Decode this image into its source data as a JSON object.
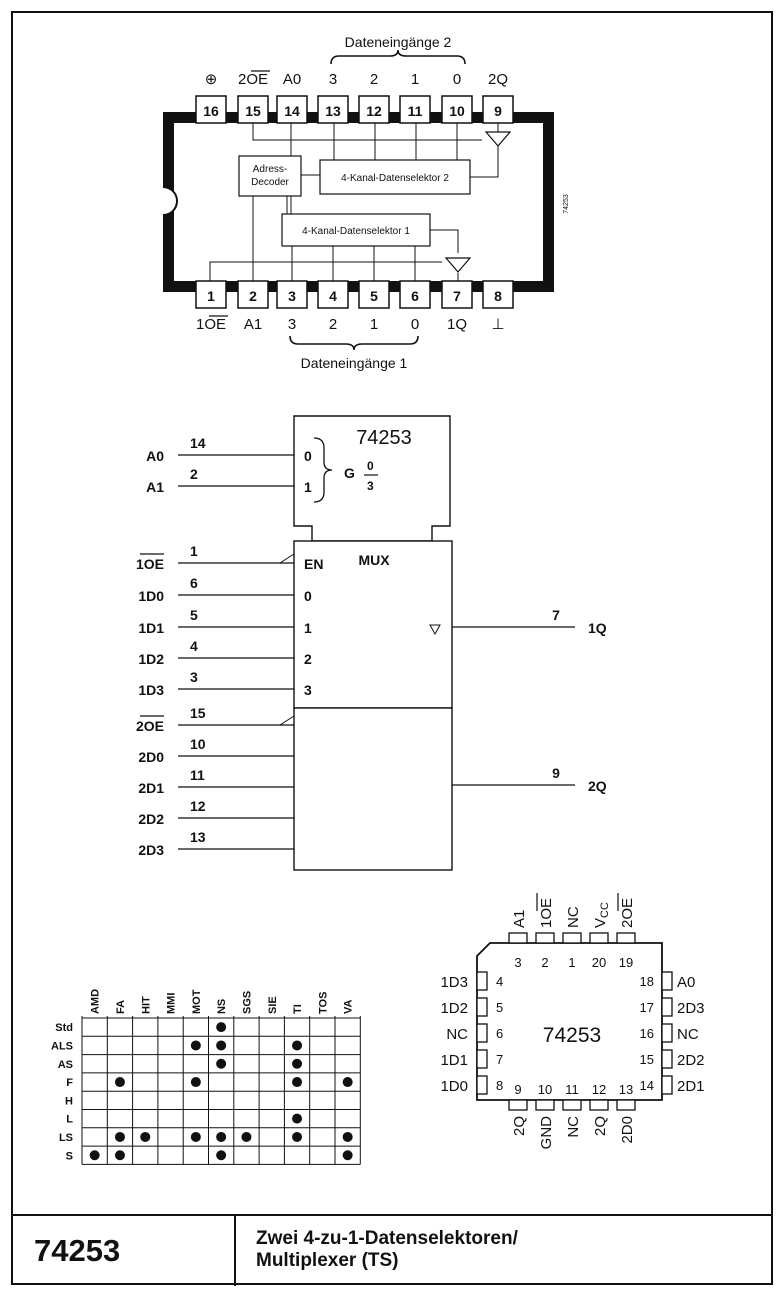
{
  "dip": {
    "top_group_label": "Dateneingänge 2",
    "bottom_group_label": "Dateneingänge 1",
    "top_pins": [
      {
        "num": "16",
        "label": "⊕"
      },
      {
        "num": "15",
        "label": "2OE"
      },
      {
        "num": "14",
        "label": "A0"
      },
      {
        "num": "13",
        "label": "3"
      },
      {
        "num": "12",
        "label": "2"
      },
      {
        "num": "11",
        "label": "1"
      },
      {
        "num": "10",
        "label": "0"
      },
      {
        "num": "9",
        "label": "2Q"
      }
    ],
    "bottom_pins": [
      {
        "num": "1",
        "label": "1OE"
      },
      {
        "num": "2",
        "label": "A1"
      },
      {
        "num": "3",
        "label": "3"
      },
      {
        "num": "4",
        "label": "2"
      },
      {
        "num": "5",
        "label": "1"
      },
      {
        "num": "6",
        "label": "0"
      },
      {
        "num": "7",
        "label": "1Q"
      },
      {
        "num": "8",
        "label": "⊥"
      }
    ],
    "decoder_label": [
      "Adress-",
      "Decoder"
    ],
    "selector2_label": "4-Kanal-Datenselektor 2",
    "selector1_label": "4-Kanal-Datenselektor 1",
    "chip_id_vertical": "74253"
  },
  "logic_symbol": {
    "device": "74253",
    "mux_label": "MUX",
    "g_label": "G",
    "g_fraction_top": "0",
    "g_fraction_bottom": "3",
    "select_inputs": [
      {
        "name": "A0",
        "pin": "14",
        "idx": "0"
      },
      {
        "name": "A1",
        "pin": "2",
        "idx": "1"
      }
    ],
    "section1_inputs": [
      {
        "name": "1OE",
        "pin": "1",
        "idx": "EN"
      },
      {
        "name": "1D0",
        "pin": "6",
        "idx": "0"
      },
      {
        "name": "1D1",
        "pin": "5",
        "idx": "1"
      },
      {
        "name": "1D2",
        "pin": "4",
        "idx": "2"
      },
      {
        "name": "1D3",
        "pin": "3",
        "idx": "3"
      }
    ],
    "section2_inputs": [
      {
        "name": "2OE",
        "pin": "15"
      },
      {
        "name": "2D0",
        "pin": "10"
      },
      {
        "name": "2D1",
        "pin": "11"
      },
      {
        "name": "2D2",
        "pin": "12"
      },
      {
        "name": "2D3",
        "pin": "13"
      }
    ],
    "outputs": [
      {
        "name": "1Q",
        "pin": "7"
      },
      {
        "name": "2Q",
        "pin": "9"
      }
    ]
  },
  "plcc": {
    "device": "74253",
    "top_names": [
      "A1",
      "1OE",
      "NC",
      "VCC",
      "2OE"
    ],
    "top_nums": [
      "3",
      "2",
      "1",
      "20",
      "19"
    ],
    "left_names": [
      "1D3",
      "1D2",
      "NC",
      "1D1",
      "1D0"
    ],
    "left_nums": [
      "4",
      "5",
      "6",
      "7",
      "8"
    ],
    "right_names": [
      "A0",
      "2D3",
      "NC",
      "2D2",
      "2D1"
    ],
    "right_nums": [
      "18",
      "17",
      "16",
      "15",
      "14"
    ],
    "bottom_nums": [
      "9",
      "10",
      "11",
      "12",
      "13"
    ],
    "bottom_names": [
      "2Q",
      "GND",
      "NC",
      "2Q",
      "2D0"
    ]
  },
  "manufacturer_table": {
    "manufacturers": [
      "AMD",
      "FA",
      "HIT",
      "MMI",
      "MOT",
      "NS",
      "SGS",
      "SIE",
      "TI",
      "TOS",
      "VA"
    ],
    "families": [
      "Std",
      "ALS",
      "AS",
      "F",
      "H",
      "L",
      "LS",
      "S"
    ],
    "dots": {
      "Std": [
        "NS"
      ],
      "ALS": [
        "MOT",
        "NS",
        "TI"
      ],
      "AS": [
        "NS",
        "TI"
      ],
      "F": [
        "FA",
        "MOT",
        "TI",
        "VA"
      ],
      "H": [],
      "L": [
        "TI"
      ],
      "LS": [
        "FA",
        "HIT",
        "MOT",
        "NS",
        "SGS",
        "TI",
        "VA"
      ],
      "S": [
        "AMD",
        "FA",
        "NS",
        "VA"
      ]
    }
  },
  "footer": {
    "part_number": "74253",
    "title_line1": "Zwei 4-zu-1-Datenselektoren/",
    "title_line2": "Multiplexer (TS)"
  }
}
